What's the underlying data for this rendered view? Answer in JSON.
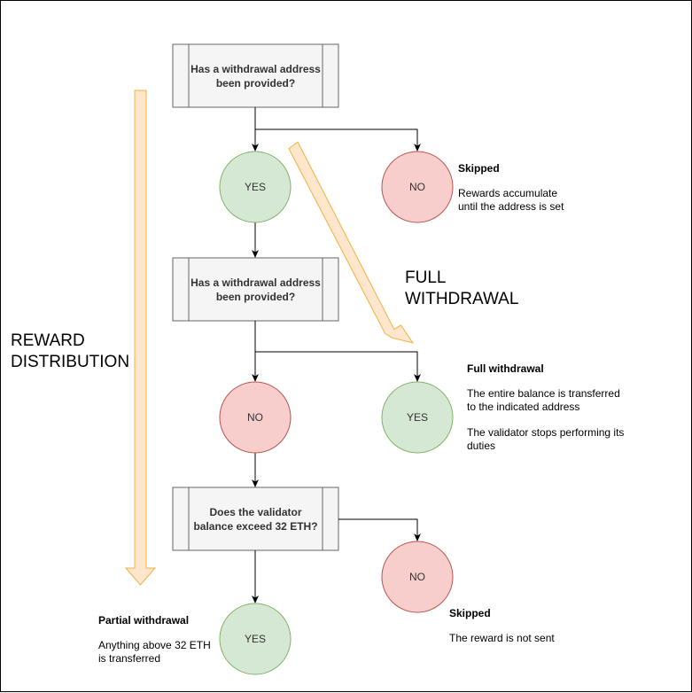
{
  "decisions": {
    "q1": "Has a withdrawal address been provided?",
    "q2": "Has a withdrawal address been provided?",
    "q3": "Does the validator balance exceed 32 ETH?"
  },
  "outcomes": {
    "yes1": "YES",
    "no1": "NO",
    "no2": "NO",
    "yes2": "YES",
    "no3": "NO",
    "yes3": "YES"
  },
  "notes": {
    "skipped1": {
      "title": "Skipped",
      "line1": "Rewards accumulate",
      "line2": "until the address is set"
    },
    "full": {
      "title": "Full withdrawal",
      "line1": "The entire balance is transferred",
      "line2": "to the indicated address",
      "line3": "The validator stops performing its",
      "line4": "duties"
    },
    "skipped2": {
      "title": "Skipped",
      "line1": "The reward is not sent"
    },
    "partial": {
      "title": "Partial withdrawal",
      "line1": "Anything above 32 ETH",
      "line2": "is transferred"
    }
  },
  "arrows": {
    "reward_line1": "REWARD",
    "reward_line2": "DISTRIBUTION",
    "full_line1": "FULL",
    "full_line2": "WITHDRAWAL"
  },
  "colors": {
    "box_fill": "#f5f5f5",
    "box_stroke": "#666666",
    "yes_fill": "#d5e8d4",
    "yes_stroke": "#82b366",
    "no_fill": "#f8cecc",
    "no_stroke": "#b85450",
    "arrow_fill": "#ffe6cc",
    "arrow_stroke": "#f0b13d"
  }
}
